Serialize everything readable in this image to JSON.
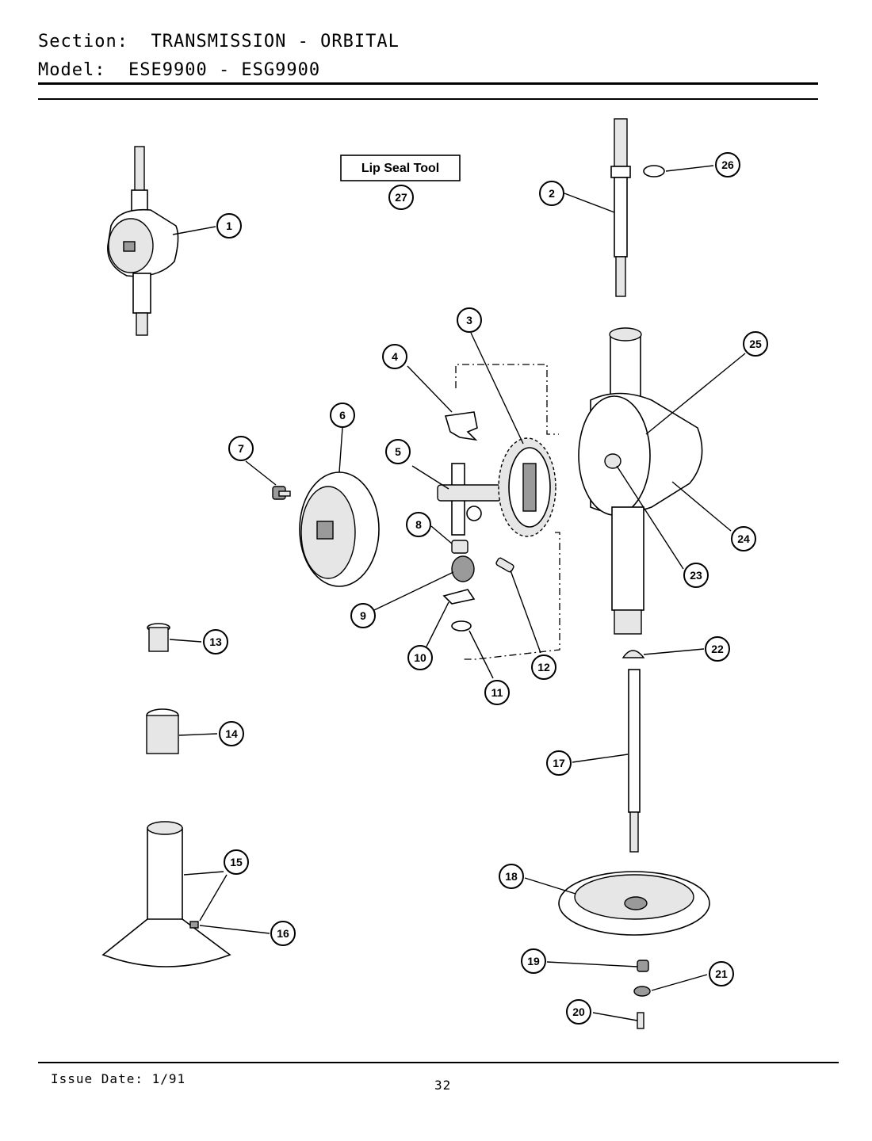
{
  "header": {
    "section_label": "Section:",
    "section_value": "TRANSMISSION - ORBITAL",
    "model_label": "Model:",
    "model_value": "ESE9900 - ESG9900"
  },
  "tool_box": {
    "label": "Lip Seal Tool",
    "number": "27"
  },
  "callouts": [
    "1",
    "2",
    "3",
    "4",
    "5",
    "6",
    "7",
    "8",
    "9",
    "10",
    "11",
    "12",
    "13",
    "14",
    "15",
    "16",
    "17",
    "18",
    "19",
    "20",
    "21",
    "22",
    "23",
    "24",
    "25",
    "26",
    "27"
  ],
  "footer": {
    "issue": "Issue Date: 1/91",
    "page": "32"
  }
}
